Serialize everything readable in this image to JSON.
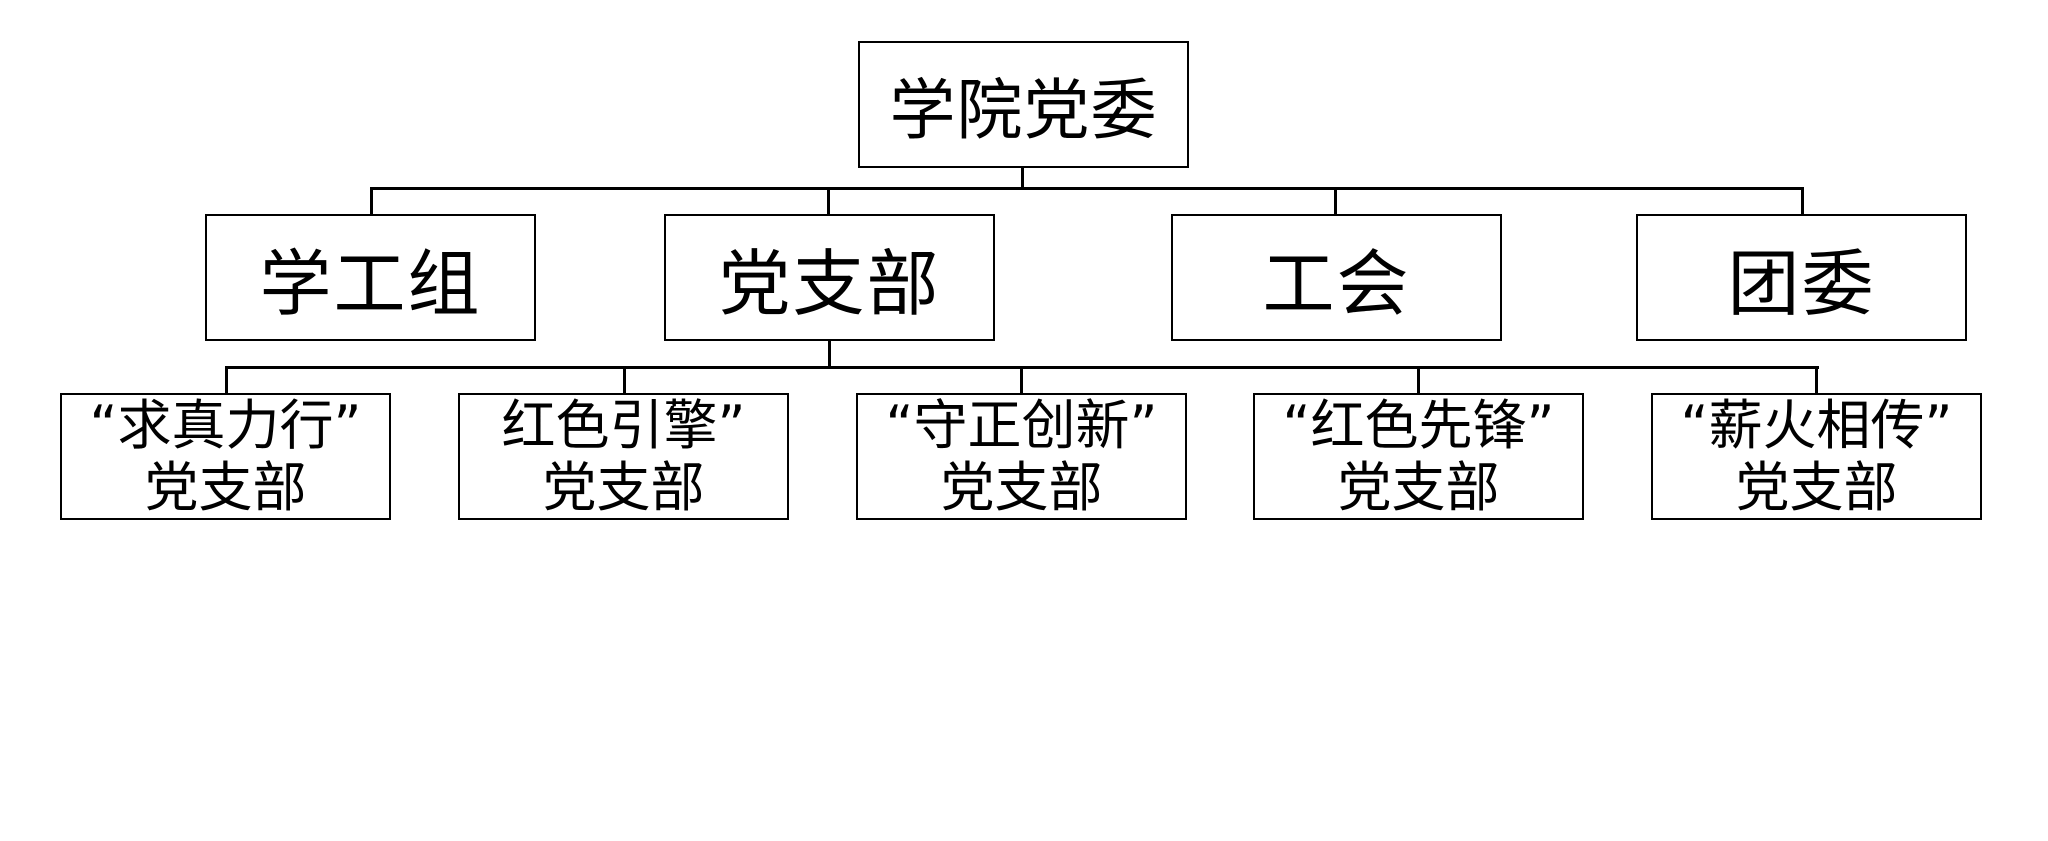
{
  "root": {
    "label": "学院党委"
  },
  "level1": [
    {
      "label": "学工组"
    },
    {
      "label": "党支部"
    },
    {
      "label": "工会"
    },
    {
      "label": "团委"
    }
  ],
  "level2": [
    {
      "line1": "“求真力行”",
      "line2": "党支部"
    },
    {
      "line1": "红色引擎”",
      "line2": "党支部"
    },
    {
      "line1": "“守正创新”",
      "line2": "党支部"
    },
    {
      "line1": "“红色先锋”",
      "line2": "党支部"
    },
    {
      "line1": "“薪火相传”",
      "line2": "党支部"
    }
  ],
  "colors": {
    "line": "#000000",
    "box_border": "#000000",
    "background": "#ffffff"
  }
}
